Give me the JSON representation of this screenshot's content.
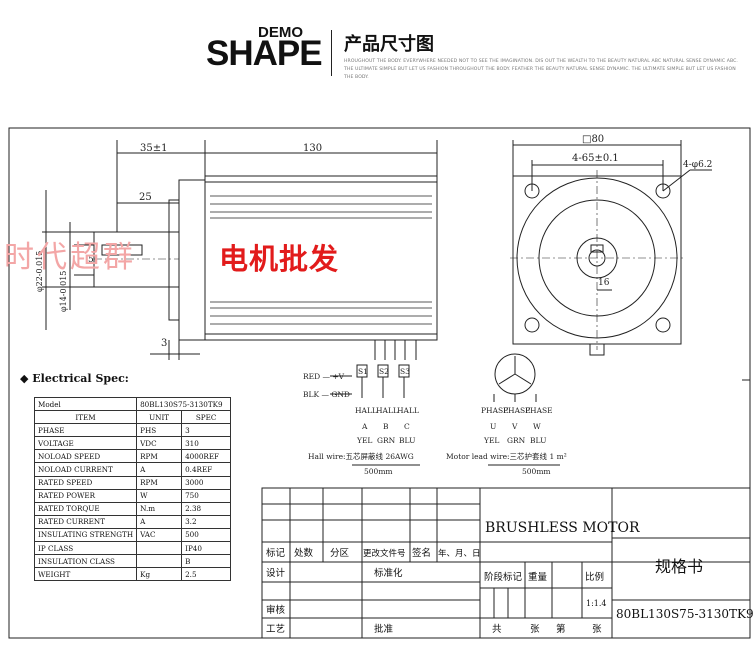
{
  "header": {
    "logo_demo": "DEMO",
    "logo_shape": "SHAPE",
    "title": "产品尺寸图",
    "tagline": "HROUGHOUT THE BODY. EVERYWHERE NEEDED NOT TO SEE THE IMAGINATION. DIS OUT THE WEALTH TO THE BEAUTY NATURAL ABC NATURAL SENSE DYNAMIC ABC. THE ULTIMATE SIMPLE BUT LET US FASHION THROUGHOUT THE BODY. FEATHER THE BEAUTY NATURAL SENSE DYNAMIC. THE ULTIMATE SIMPLE BUT LET US FASHION THE BODY."
  },
  "watermark": {
    "left": "时代超群",
    "right": "电机批发"
  },
  "dims": {
    "shaft_len": "35±1",
    "body_len": "130",
    "key_len": "25",
    "shaft_dia": "φ22-0.015",
    "pilot_dia": "φ14-0.015",
    "pilot_depth": "5",
    "flange_thk": "3",
    "square": "□80",
    "hole_pcd": "4-65±0.1",
    "hole_dia": "4-φ6.2",
    "key_depth": "16"
  },
  "wiring": {
    "red": "RED — +V",
    "blk": "BLK — GND",
    "sensors": [
      "S1",
      "S2",
      "S3"
    ],
    "hall_label": "HALL",
    "hall_letters": [
      "A",
      "B",
      "C"
    ],
    "hall_colors": [
      "YEL",
      "GRN",
      "BLU"
    ],
    "hall_note": "Hall wire:五芯屏蔽线 26AWG",
    "hall_len": "500mm",
    "phase_label": "PHASE",
    "phase_letters": [
      "U",
      "V",
      "W"
    ],
    "phase_colors": [
      "YEL",
      "GRN",
      "BLU"
    ],
    "phase_note": "Motor lead wire:三芯护套线 1 m²",
    "phase_len": "500mm"
  },
  "spec": {
    "title": "Electrical Spec:",
    "model_label": "Model",
    "model_value": "80BL130S75-3130TK9",
    "headers": [
      "ITEM",
      "UNIT",
      "SPEC"
    ],
    "rows": [
      [
        "PHASE",
        "PHS",
        "3"
      ],
      [
        "VOLTAGE",
        "VDC",
        "310"
      ],
      [
        "NOLOAD SPEED",
        "RPM",
        "4000REF"
      ],
      [
        "NOLOAD CURRENT",
        "A",
        "0.4REF"
      ],
      [
        "RATED SPEED",
        "RPM",
        "3000"
      ],
      [
        "RATED POWER",
        "W",
        "750"
      ],
      [
        "RATED TORQUE",
        "N.m",
        "2.38"
      ],
      [
        "RATED CURRENT",
        "A",
        "3.2"
      ],
      [
        "INSULATING STRENGTH",
        "VAC",
        "500"
      ],
      [
        "IP CLASS",
        "",
        "IP40"
      ],
      [
        "INSULATION CLASS",
        "",
        "B"
      ],
      [
        "WEIGHT",
        "Kg",
        "2.5"
      ]
    ]
  },
  "titleblock": {
    "product": "BRUSHLESS MOTOR",
    "doc": "规格书",
    "model": "80BL130S75-3130TK9",
    "scale": "1:1.4",
    "labels": [
      "标记",
      "处数",
      "分区",
      "更改文件号",
      "签名",
      "年、月、日",
      "设计",
      "标准化",
      "阶段标记",
      "重量",
      "比例",
      "审核",
      "工艺",
      "批准",
      "共",
      "张",
      "第",
      "张"
    ]
  }
}
